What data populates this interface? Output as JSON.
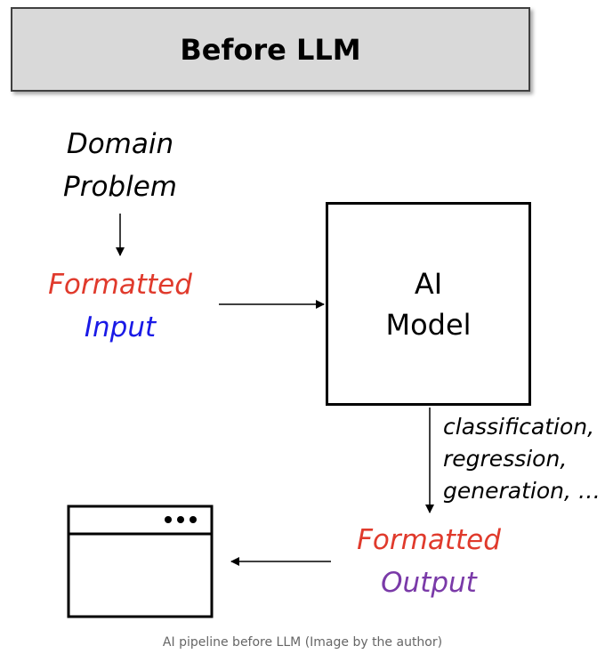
{
  "title": "Before LLM",
  "domain_problem": {
    "line1": "Domain",
    "line2": "Problem"
  },
  "formatted_input": {
    "line1": "Formatted",
    "line2": "Input"
  },
  "ai_model": {
    "line1": "AI",
    "line2": "Model"
  },
  "tasks": {
    "line1": "classification,",
    "line2": "regression,",
    "line3": "generation, …"
  },
  "formatted_output": {
    "line1": "Formatted",
    "line2": "Output"
  },
  "caption": "AI pipeline before LLM (Image by the author)",
  "colors": {
    "formatted": "#e03a2c",
    "input": "#1a1ae6",
    "output": "#7a3aa8",
    "header_bg": "#d9d9d9"
  },
  "icons": [
    "browser-window-icon",
    "more-dots-icon"
  ]
}
